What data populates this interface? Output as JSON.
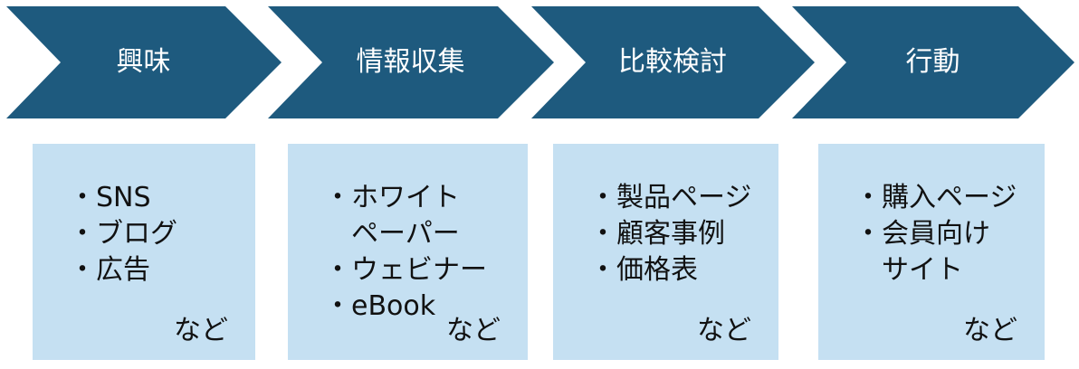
{
  "colors": {
    "chevron": "#1e5a7e",
    "box": "#c5e0f2",
    "text": "#111111",
    "label": "#ffffff"
  },
  "stages": [
    {
      "label": "興味",
      "items": [
        "・SNS",
        "・ブログ",
        "・広告"
      ],
      "suffix": "など"
    },
    {
      "label": "情報収集",
      "items": [
        "・ホワイト",
        "　ペーパー",
        "・ウェビナー",
        "・eBook"
      ],
      "suffix": "など"
    },
    {
      "label": "比較検討",
      "items": [
        "・製品ページ",
        "・顧客事例",
        "・価格表"
      ],
      "suffix": "など"
    },
    {
      "label": "行動",
      "items": [
        "・購入ページ",
        "・会員向け",
        "　サイト"
      ],
      "suffix": "など"
    }
  ]
}
